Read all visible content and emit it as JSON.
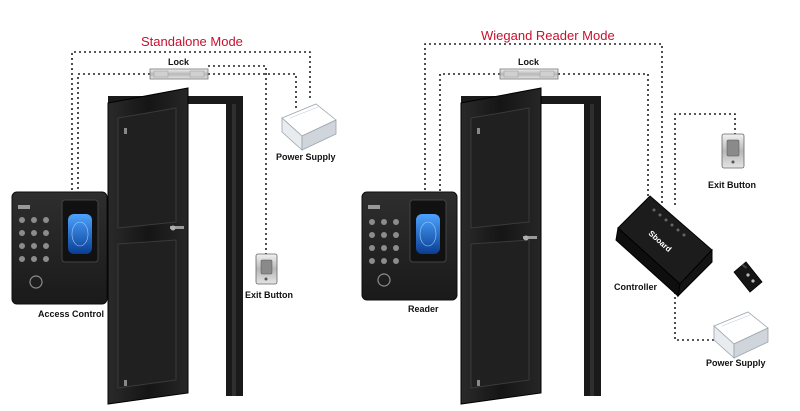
{
  "standalone": {
    "title": "Standalone Mode",
    "labels": {
      "lock": "Lock",
      "power_supply": "Power Supply",
      "exit_button": "Exit Button",
      "access_control": "Access Control"
    }
  },
  "wiegand": {
    "title": "Wiegand Reader Mode",
    "labels": {
      "lock": "Lock",
      "exit_button": "Exit Button",
      "controller": "Controller",
      "reader": "Reader",
      "power_supply": "Power Supply"
    },
    "controller_brand": "Sboard"
  },
  "colors": {
    "title": "#c8102e",
    "wire": "#222222",
    "door": "#1a1a1a",
    "device": "#2b2b2b"
  }
}
